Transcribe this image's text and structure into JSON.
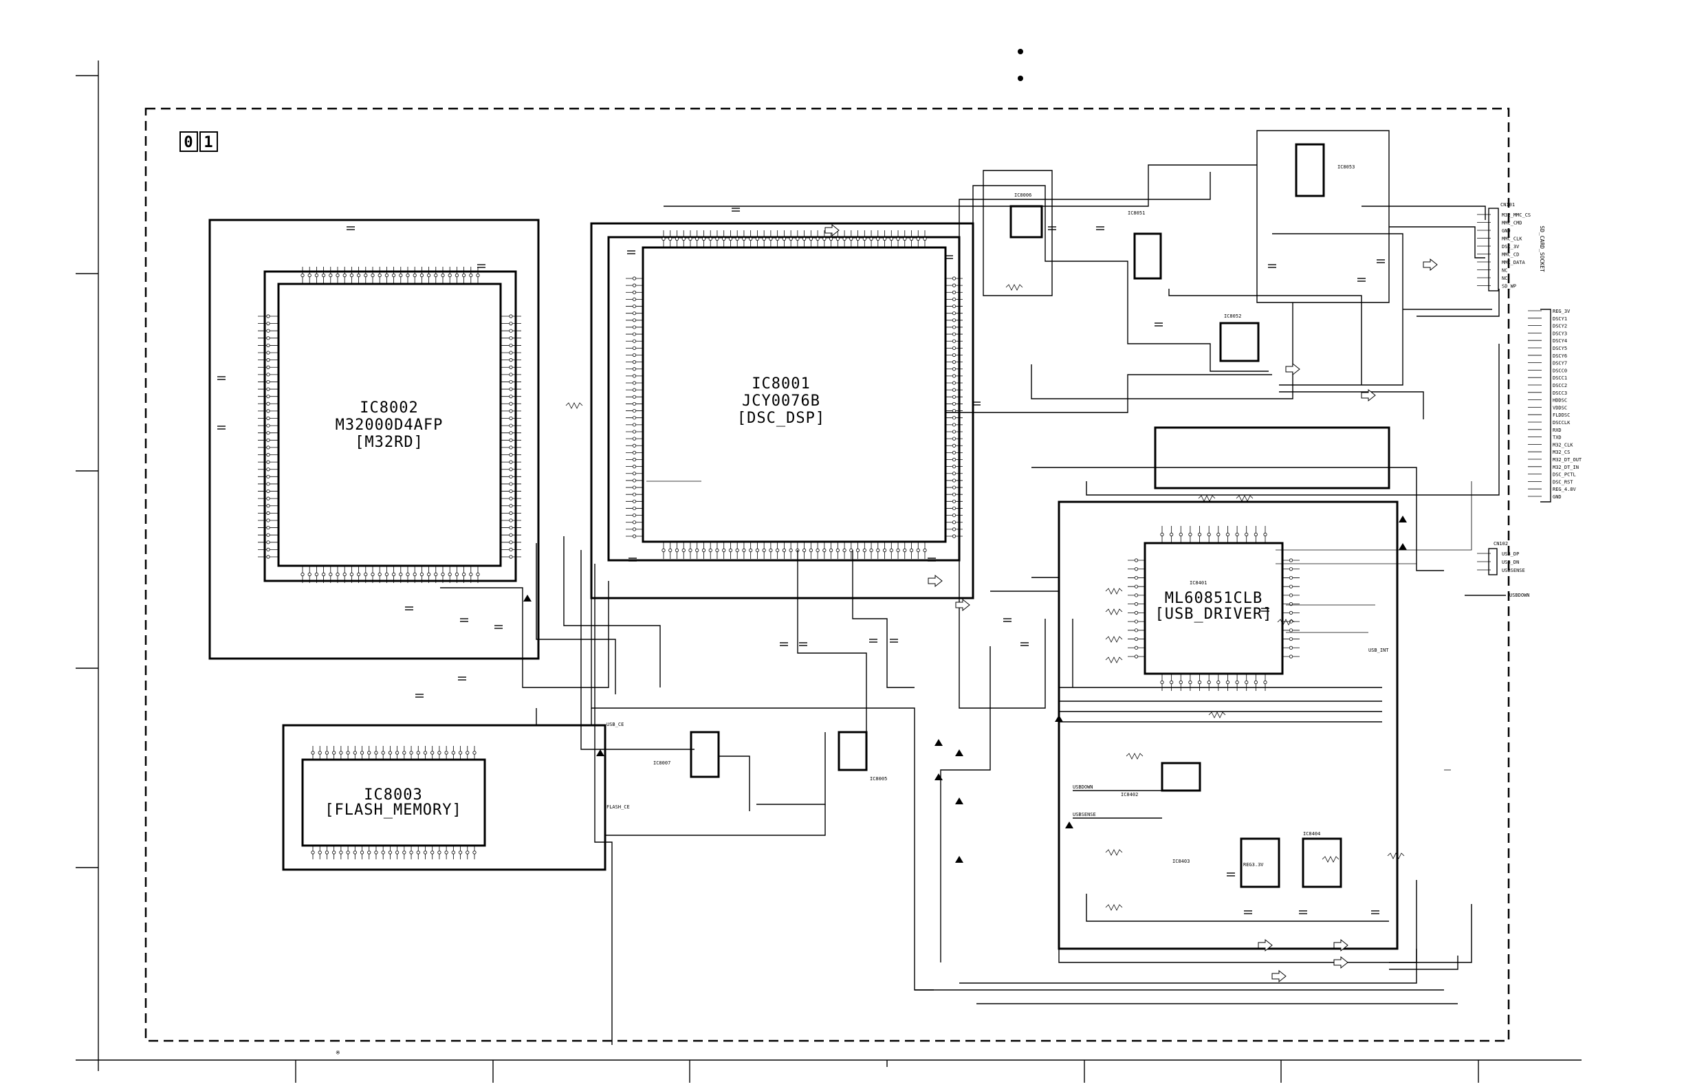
{
  "sheet": {
    "section_box_label": [
      "0",
      "1"
    ],
    "foot_mark": "※"
  },
  "chips": {
    "ic8002": {
      "ref": "IC8002",
      "part": "M32000D4AFP",
      "func": "[M32RD]"
    },
    "ic8001": {
      "ref": "IC8001",
      "part": "JCY0076B",
      "func": "[DSC_DSP]"
    },
    "ic8003": {
      "ref": "IC8003",
      "part": "",
      "func": "[FLASH_MEMORY]"
    },
    "ic8401": {
      "ref": "IC8401",
      "part": "ML60851CLB",
      "func": "[USB_DRIVER]"
    }
  },
  "small_parts": {
    "ic8006": "IC8006",
    "ic8051": "IC8051",
    "ic8052": "IC8052",
    "ic8053": "IC8053",
    "ic8007": "IC8007",
    "ic8005": "IC8005",
    "ic8402": "IC8402",
    "ic8403": "IC8403",
    "ic8404": "IC8404"
  },
  "connectors": {
    "cn101": {
      "ref": "CN101",
      "title": "SD_CARD_SOCKET",
      "pins": [
        "M32_MMC_CS",
        "MMC_CMD",
        "GND",
        "MMC_CLK",
        "DSC_3V",
        "MMC_CD",
        "MMC_DATA",
        "NC",
        "NC",
        "SD_WP"
      ]
    },
    "right_bus": {
      "pins": [
        "REG_3V",
        "DSCY1",
        "DSCY2",
        "DSCY3",
        "DSCY4",
        "DSCY5",
        "DSCY6",
        "DSCY7",
        "DSCC0",
        "DSCC1",
        "DSCC2",
        "DSCC3",
        "HDDSC",
        "VDDSC",
        "FLDDSC",
        "DSCCLK",
        "RXD",
        "TXD",
        "M32_CLK",
        "M32_CS",
        "M32_DT_OUT",
        "M32_DT_IN",
        "DSC_PCTL",
        "DSC_RST",
        "REG_4.8V",
        "GND"
      ]
    },
    "cn102": {
      "ref": "CN102",
      "pins": [
        "USB_DP",
        "USB_DN",
        "USBSENSE"
      ]
    },
    "usbdown": "USBDOWN"
  },
  "nets": {
    "flash_ce": "FLASH_CE",
    "usb_ce": "USB_CE",
    "usb_int": "USB_INT",
    "usbdown_left": "USBDOWN",
    "usbsense_left": "USBSENSE",
    "reg_3v": "REG3.3V"
  }
}
